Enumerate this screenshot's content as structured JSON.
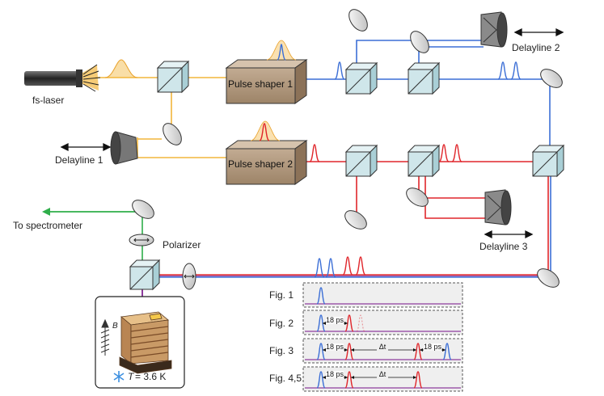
{
  "labels": {
    "laser": "fs-laser",
    "shaper1": "Pulse shaper 1",
    "shaper2": "Pulse shaper 2",
    "delay1": "Delayline 1",
    "delay2": "Delayline 2",
    "delay3": "Delayline 3",
    "spectrometer": "To spectrometer",
    "polarizer": "Polarizer",
    "b_field": "B",
    "temp_symbol": "T",
    "temp_value": "= 3.6 K"
  },
  "figures": [
    {
      "label": "Fig. 1"
    },
    {
      "label": "Fig. 2",
      "gap1": "18 ps"
    },
    {
      "label": "Fig. 3",
      "gap1": "18 ps",
      "gap2": "Δt",
      "gap3": "18 ps"
    },
    {
      "label": "Fig. 4,5",
      "gap1": "18 ps",
      "gap2": "Δt"
    }
  ],
  "colors": {
    "orange": "#f2b53c",
    "blue": "#3c6fd6",
    "red": "#e0262b",
    "green": "#2fae4a",
    "purple": "#8e3c9e",
    "shaper": "#b39a80",
    "cube": "#cfe6ea"
  },
  "icons": [
    "snowflake-icon",
    "field-arrow-icon"
  ]
}
